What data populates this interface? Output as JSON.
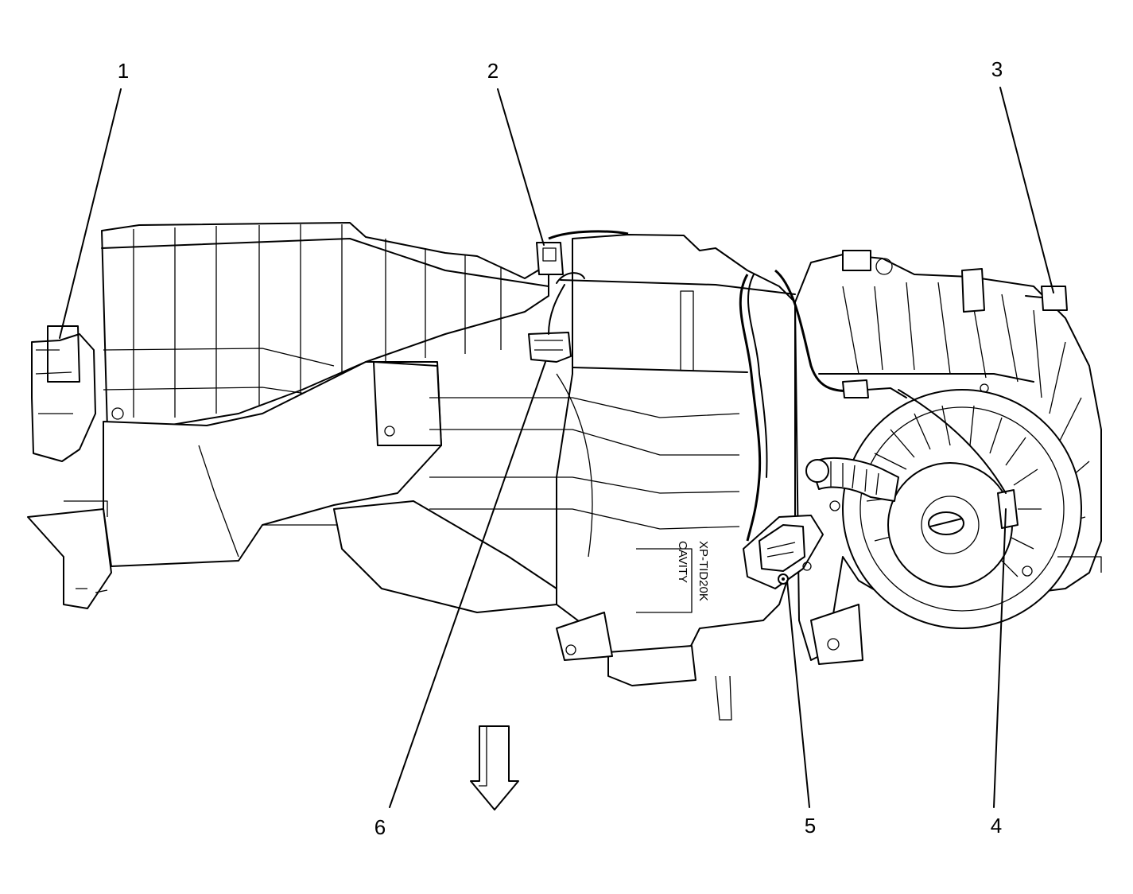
{
  "callouts": [
    {
      "id": "1",
      "label": "1"
    },
    {
      "id": "2",
      "label": "2"
    },
    {
      "id": "3",
      "label": "3"
    },
    {
      "id": "4",
      "label": "4"
    },
    {
      "id": "5",
      "label": "5"
    },
    {
      "id": "6",
      "label": "6"
    }
  ],
  "housing_stamp": {
    "line1": "XP-TID20K",
    "line2": "CAVITY"
  },
  "arrow": {
    "icon": "down-arrow-icon",
    "meaning": ""
  }
}
